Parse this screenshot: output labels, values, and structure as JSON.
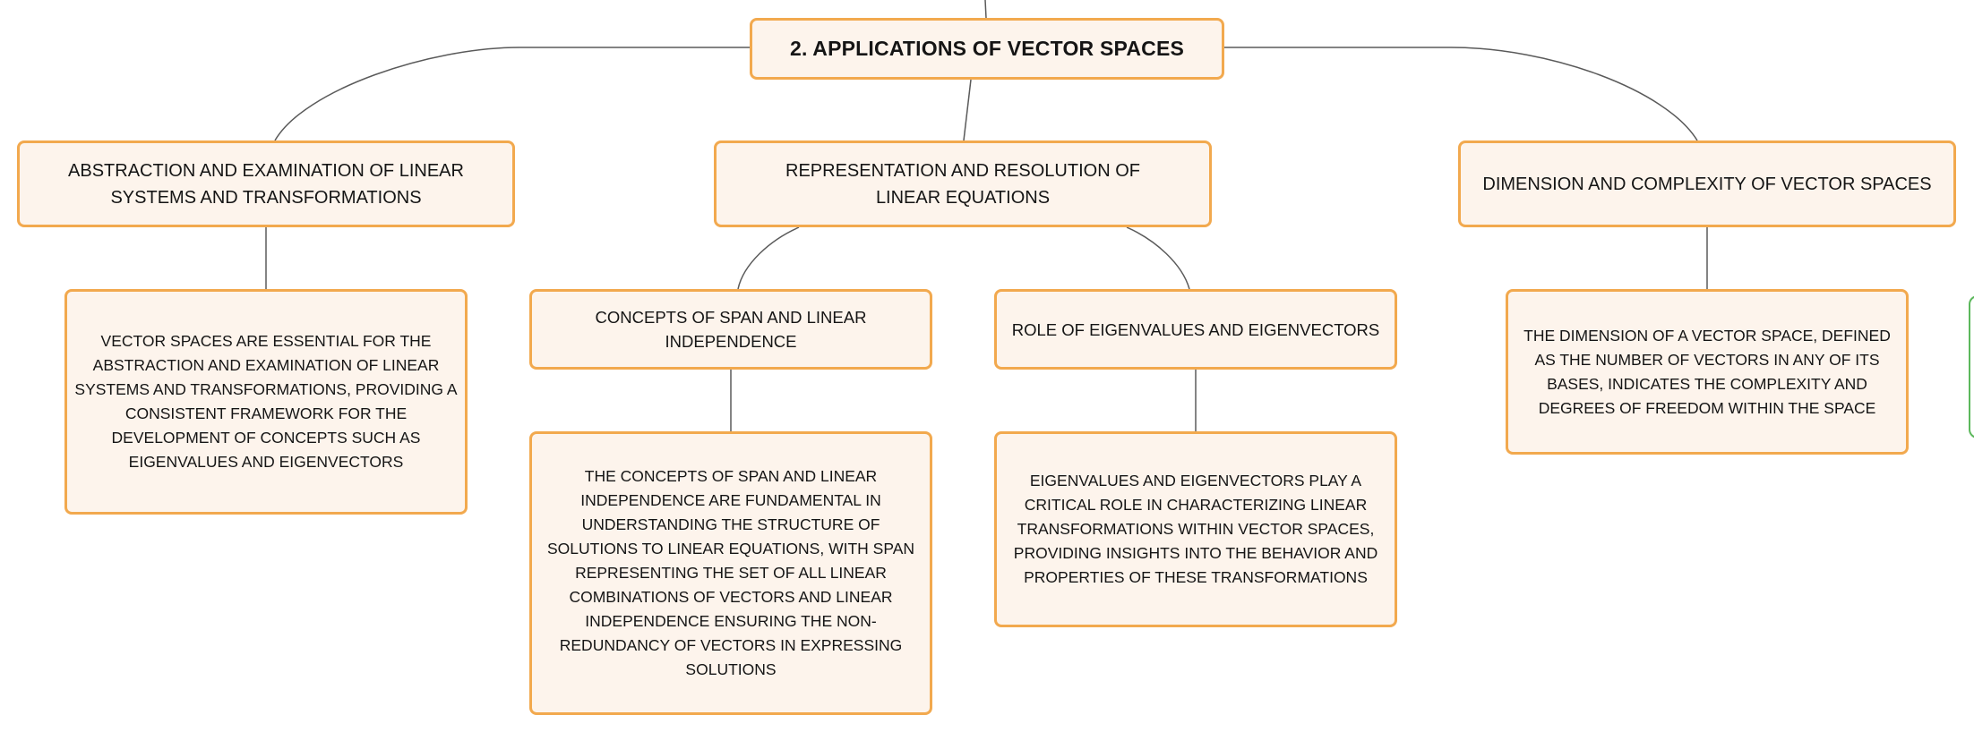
{
  "diagram": {
    "root": {
      "label": "2. APPLICATIONS OF VECTOR SPACES"
    },
    "branches": [
      {
        "label": "ABSTRACTION AND EXAMINATION OF LINEAR SYSTEMS AND TRANSFORMATIONS",
        "description": "VECTOR SPACES ARE ESSENTIAL FOR THE ABSTRACTION AND EXAMINATION OF LINEAR SYSTEMS AND TRANSFORMATIONS, PROVIDING A CONSISTENT FRAMEWORK FOR THE DEVELOPMENT OF CONCEPTS SUCH AS EIGENVALUES AND EIGENVECTORS"
      },
      {
        "label": "REPRESENTATION AND RESOLUTION OF LINEAR EQUATIONS",
        "children": [
          {
            "label": "CONCEPTS OF SPAN AND LINEAR INDEPENDENCE",
            "description": "THE CONCEPTS OF SPAN AND LINEAR INDEPENDENCE ARE FUNDAMENTAL IN UNDERSTANDING THE STRUCTURE OF SOLUTIONS TO LINEAR EQUATIONS, WITH SPAN REPRESENTING THE SET OF ALL LINEAR COMBINATIONS OF VECTORS AND LINEAR INDEPENDENCE ENSURING THE NON-REDUNDANCY OF VECTORS IN EXPRESSING SOLUTIONS"
          },
          {
            "label": "ROLE OF EIGENVALUES AND EIGENVECTORS",
            "description": "EIGENVALUES AND EIGENVECTORS PLAY A CRITICAL ROLE IN CHARACTERIZING LINEAR TRANSFORMATIONS WITHIN VECTOR SPACES, PROVIDING INSIGHTS INTO THE BEHAVIOR AND PROPERTIES OF THESE TRANSFORMATIONS"
          }
        ]
      },
      {
        "label": "DIMENSION AND COMPLEXITY OF VECTOR SPACES",
        "description": "THE DIMENSION OF A VECTOR SPACE, DEFINED AS THE NUMBER OF VECTORS IN ANY OF ITS BASES, INDICATES THE COMPLEXITY AND DEGREES OF FREEDOM WITHIN THE SPACE"
      }
    ]
  },
  "colors": {
    "node_fill": "#fdf4ec",
    "node_border": "#f2a94e",
    "connector": "#5a5a5a",
    "offscreen_node_border": "#5cb85c"
  }
}
